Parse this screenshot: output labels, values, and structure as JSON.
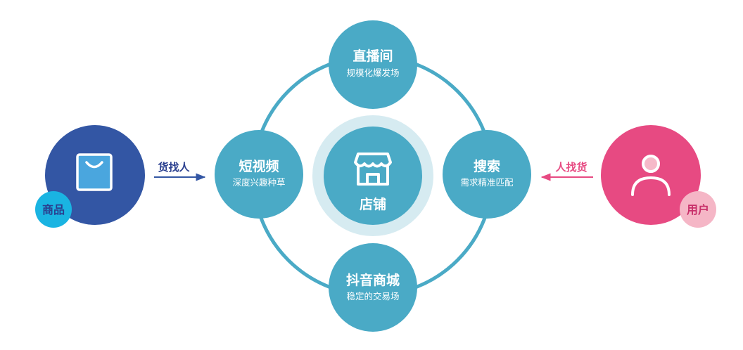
{
  "center": {
    "label": "店铺",
    "icon": "storefront-icon"
  },
  "nodes": {
    "top": {
      "title": "直播间",
      "subtitle": "规模化爆发场"
    },
    "left": {
      "title": "短视频",
      "subtitle": "深度兴趣种草"
    },
    "right": {
      "title": "搜索",
      "subtitle": "需求精准匹配"
    },
    "bottom": {
      "title": "抖音商城",
      "subtitle": "稳定的交易场"
    }
  },
  "goods": {
    "label": "商品",
    "icon": "shopping-bag-icon",
    "arrow_label": "货找人"
  },
  "user": {
    "label": "用户",
    "icon": "user-icon",
    "arrow_label": "人找货"
  },
  "colors": {
    "ring": "#4aaac6",
    "node": "#4aaac6",
    "center_halo": "#d6ebf1",
    "goods_circle": "#3356a4",
    "goods_badge": "#1ab4e2",
    "goods_arrow": "#3356a4",
    "user_circle": "#e74a82",
    "user_badge": "#f5b6c6",
    "user_arrow": "#e74a82"
  }
}
